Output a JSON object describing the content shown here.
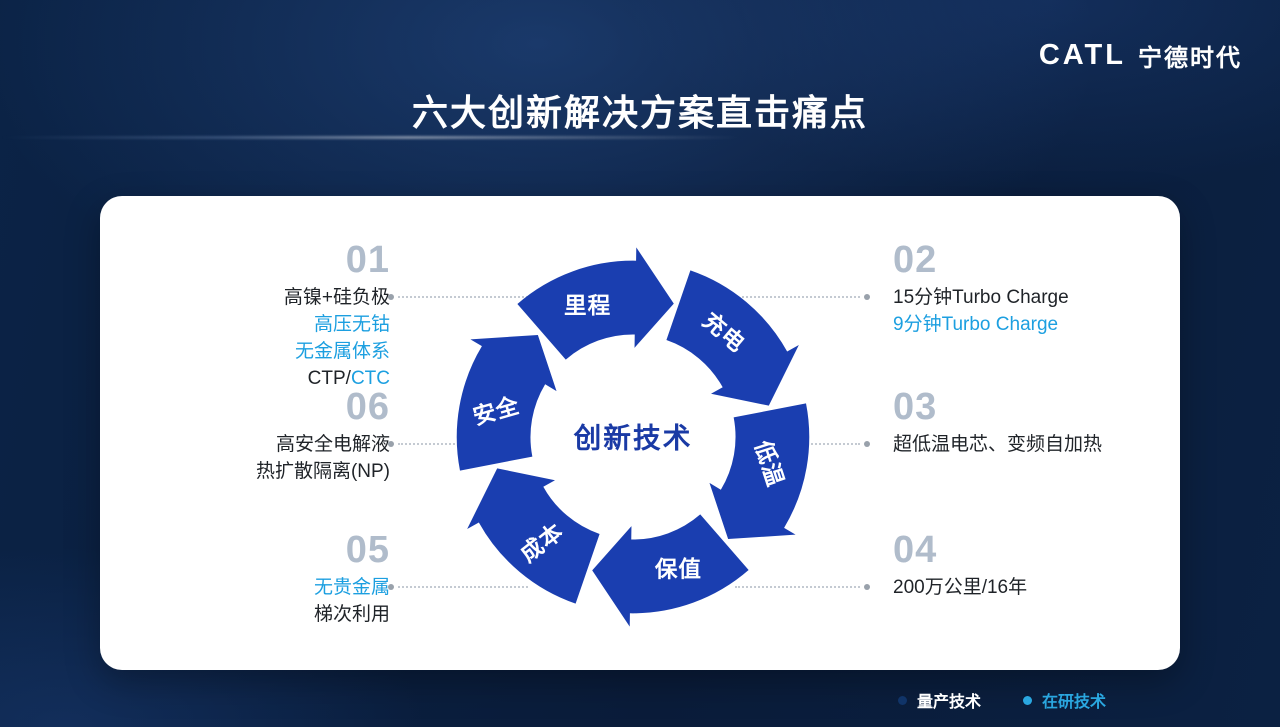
{
  "header": {
    "title": "六大创新解决方案直击痛点",
    "brand": "CATL",
    "brand_cn": "宁德时代"
  },
  "diagram": {
    "center_label": "创新技术",
    "arrow_color": "#1a3eb0",
    "center_label_color": "#1a3aa5",
    "segments": [
      {
        "label": "里程"
      },
      {
        "label": "充电"
      },
      {
        "label": "低温"
      },
      {
        "label": "保值"
      },
      {
        "label": "成本"
      },
      {
        "label": "安全"
      }
    ]
  },
  "callouts": [
    {
      "id": "01",
      "side": "left",
      "lines": [
        [
          {
            "t": "高镍+硅负极",
            "c": "dark"
          }
        ],
        [
          {
            "t": "高压无钴",
            "c": "cyan"
          }
        ],
        [
          {
            "t": "无金属体系",
            "c": "cyan"
          }
        ],
        [
          {
            "t": "CTP/",
            "c": "dark"
          },
          {
            "t": "CTC",
            "c": "cyan"
          }
        ]
      ]
    },
    {
      "id": "02",
      "side": "right",
      "lines": [
        [
          {
            "t": "15分钟Turbo Charge",
            "c": "dark"
          }
        ],
        [
          {
            "t": "9分钟Turbo Charge",
            "c": "cyan"
          }
        ]
      ]
    },
    {
      "id": "03",
      "side": "right",
      "lines": [
        [
          {
            "t": "超低温电芯、变频自加热",
            "c": "dark"
          }
        ]
      ]
    },
    {
      "id": "04",
      "side": "right",
      "lines": [
        [
          {
            "t": "200万公里/16年",
            "c": "dark"
          }
        ]
      ]
    },
    {
      "id": "05",
      "side": "left",
      "lines": [
        [
          {
            "t": "无贵金属",
            "c": "cyan"
          }
        ],
        [
          {
            "t": "梯次利用",
            "c": "dark"
          }
        ]
      ]
    },
    {
      "id": "06",
      "side": "left",
      "lines": [
        [
          {
            "t": "高安全电解液",
            "c": "dark"
          }
        ],
        [
          {
            "t": "热扩散隔离(NP)",
            "c": "dark"
          }
        ]
      ]
    }
  ],
  "legend": [
    {
      "label": "量产技术",
      "dot_color": "#103468",
      "text_color": "#ffffff"
    },
    {
      "label": "在研技术",
      "dot_color": "#2aa7e0",
      "text_color": "#2aa7e0"
    }
  ],
  "colors": {
    "mass_text": "#1f2328",
    "research_text": "#1c9fe0",
    "number": "#b0bccb"
  }
}
